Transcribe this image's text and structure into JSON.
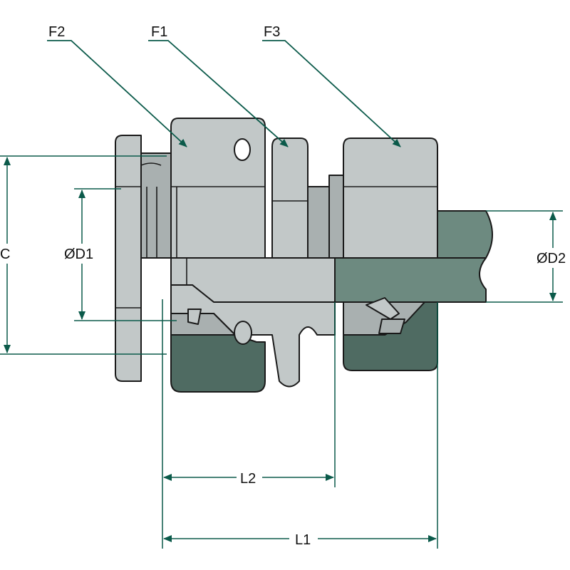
{
  "labels": {
    "f1": "F1",
    "f2": "F2",
    "f3": "F3",
    "c": "C",
    "d1": "ØD1",
    "d2": "ØD2",
    "l1": "L1",
    "l2": "L2"
  },
  "colors": {
    "steel": "#c2c8c8",
    "section": "#4f6b62",
    "tube": "#6d8a80",
    "dimension": "#0b5a4a"
  }
}
